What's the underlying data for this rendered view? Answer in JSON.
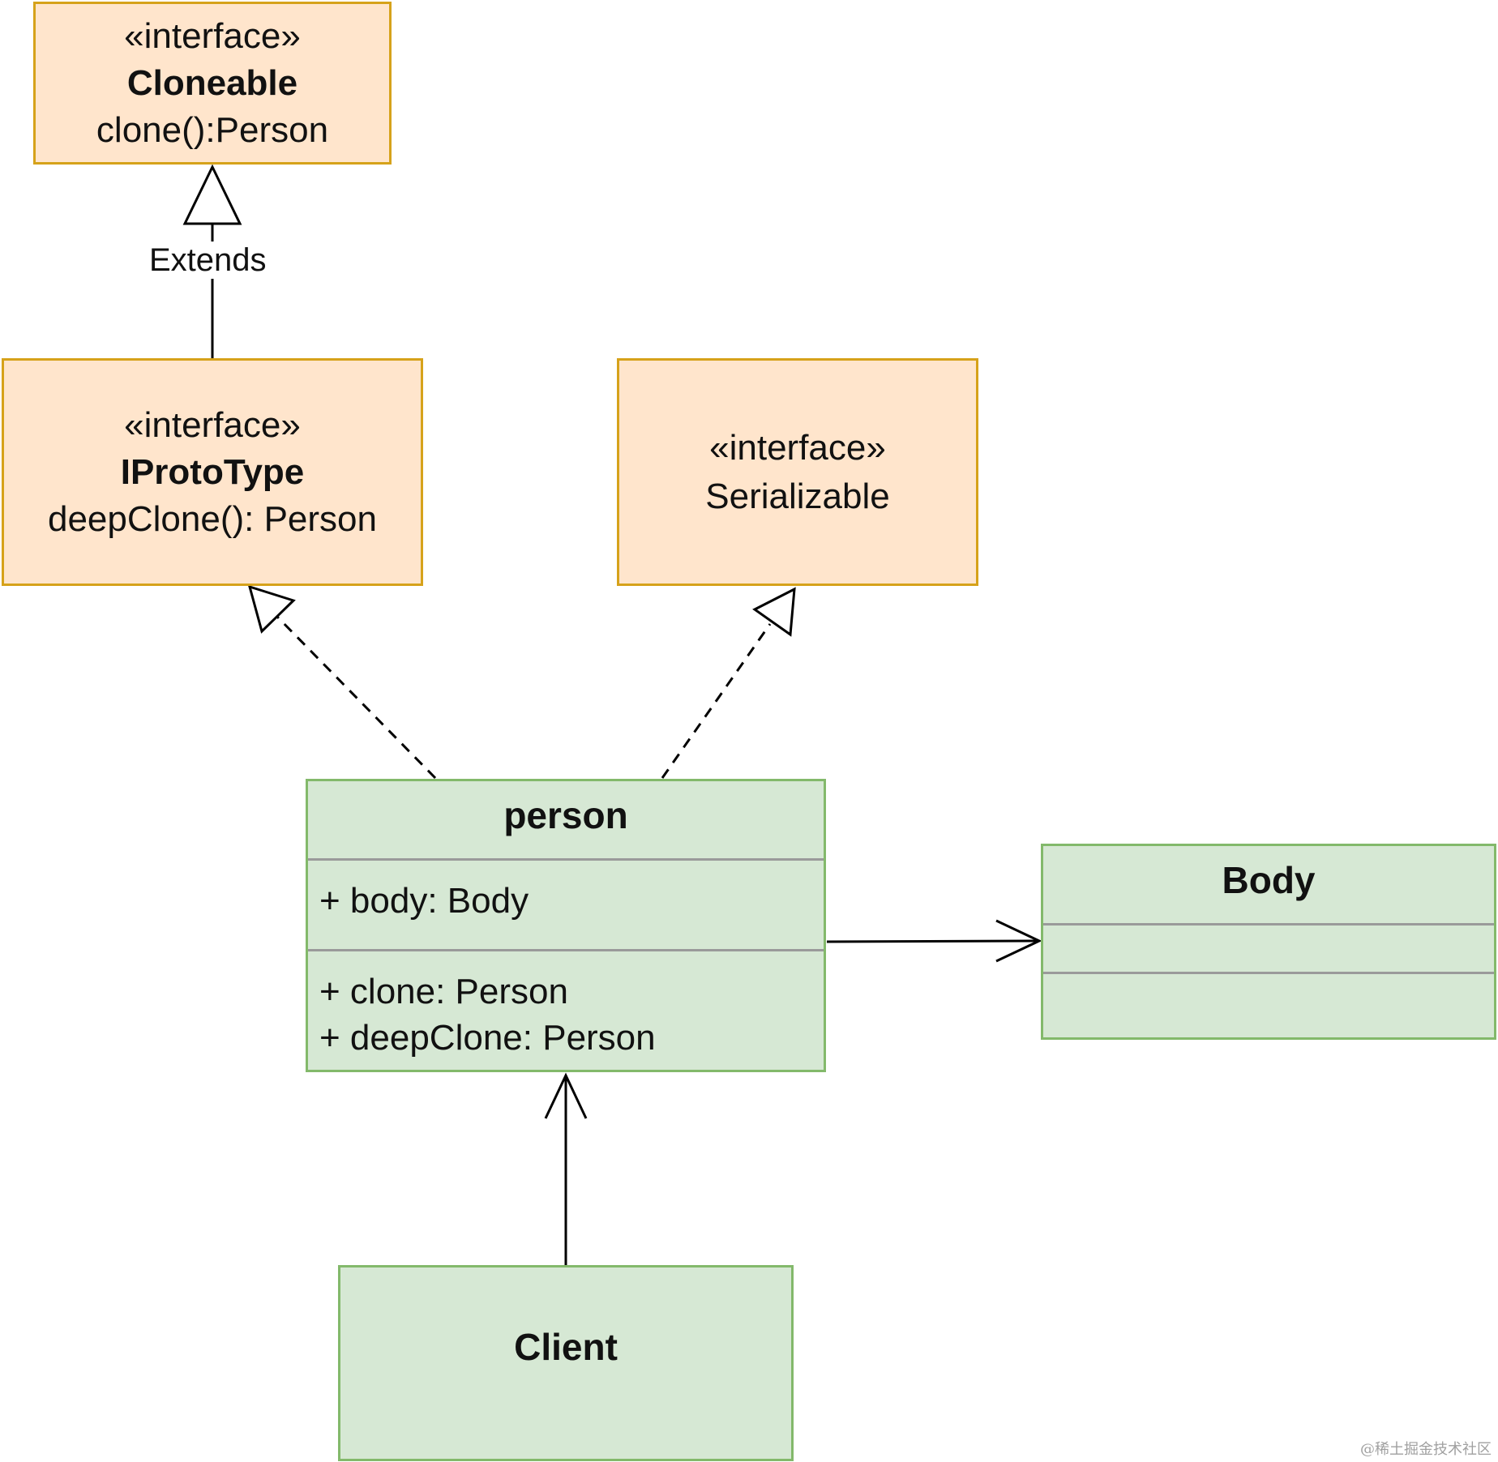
{
  "diagram": {
    "cloneable": {
      "stereotype": "«interface»",
      "name": "Cloneable",
      "method": "clone():Person"
    },
    "iprototype": {
      "stereotype": "«interface»",
      "name": "IProtoType",
      "method": "deepClone(): Person"
    },
    "serializable": {
      "stereotype": "«interface»",
      "name": "Serializable"
    },
    "person": {
      "name": "person",
      "attribute": "+ body: Body",
      "methods": [
        "+ clone: Person",
        "+ deepClone: Person"
      ]
    },
    "body": {
      "name": "Body"
    },
    "client": {
      "name": "Client"
    },
    "extends_label": "Extends",
    "watermark": "@稀土掘金技术社区"
  }
}
